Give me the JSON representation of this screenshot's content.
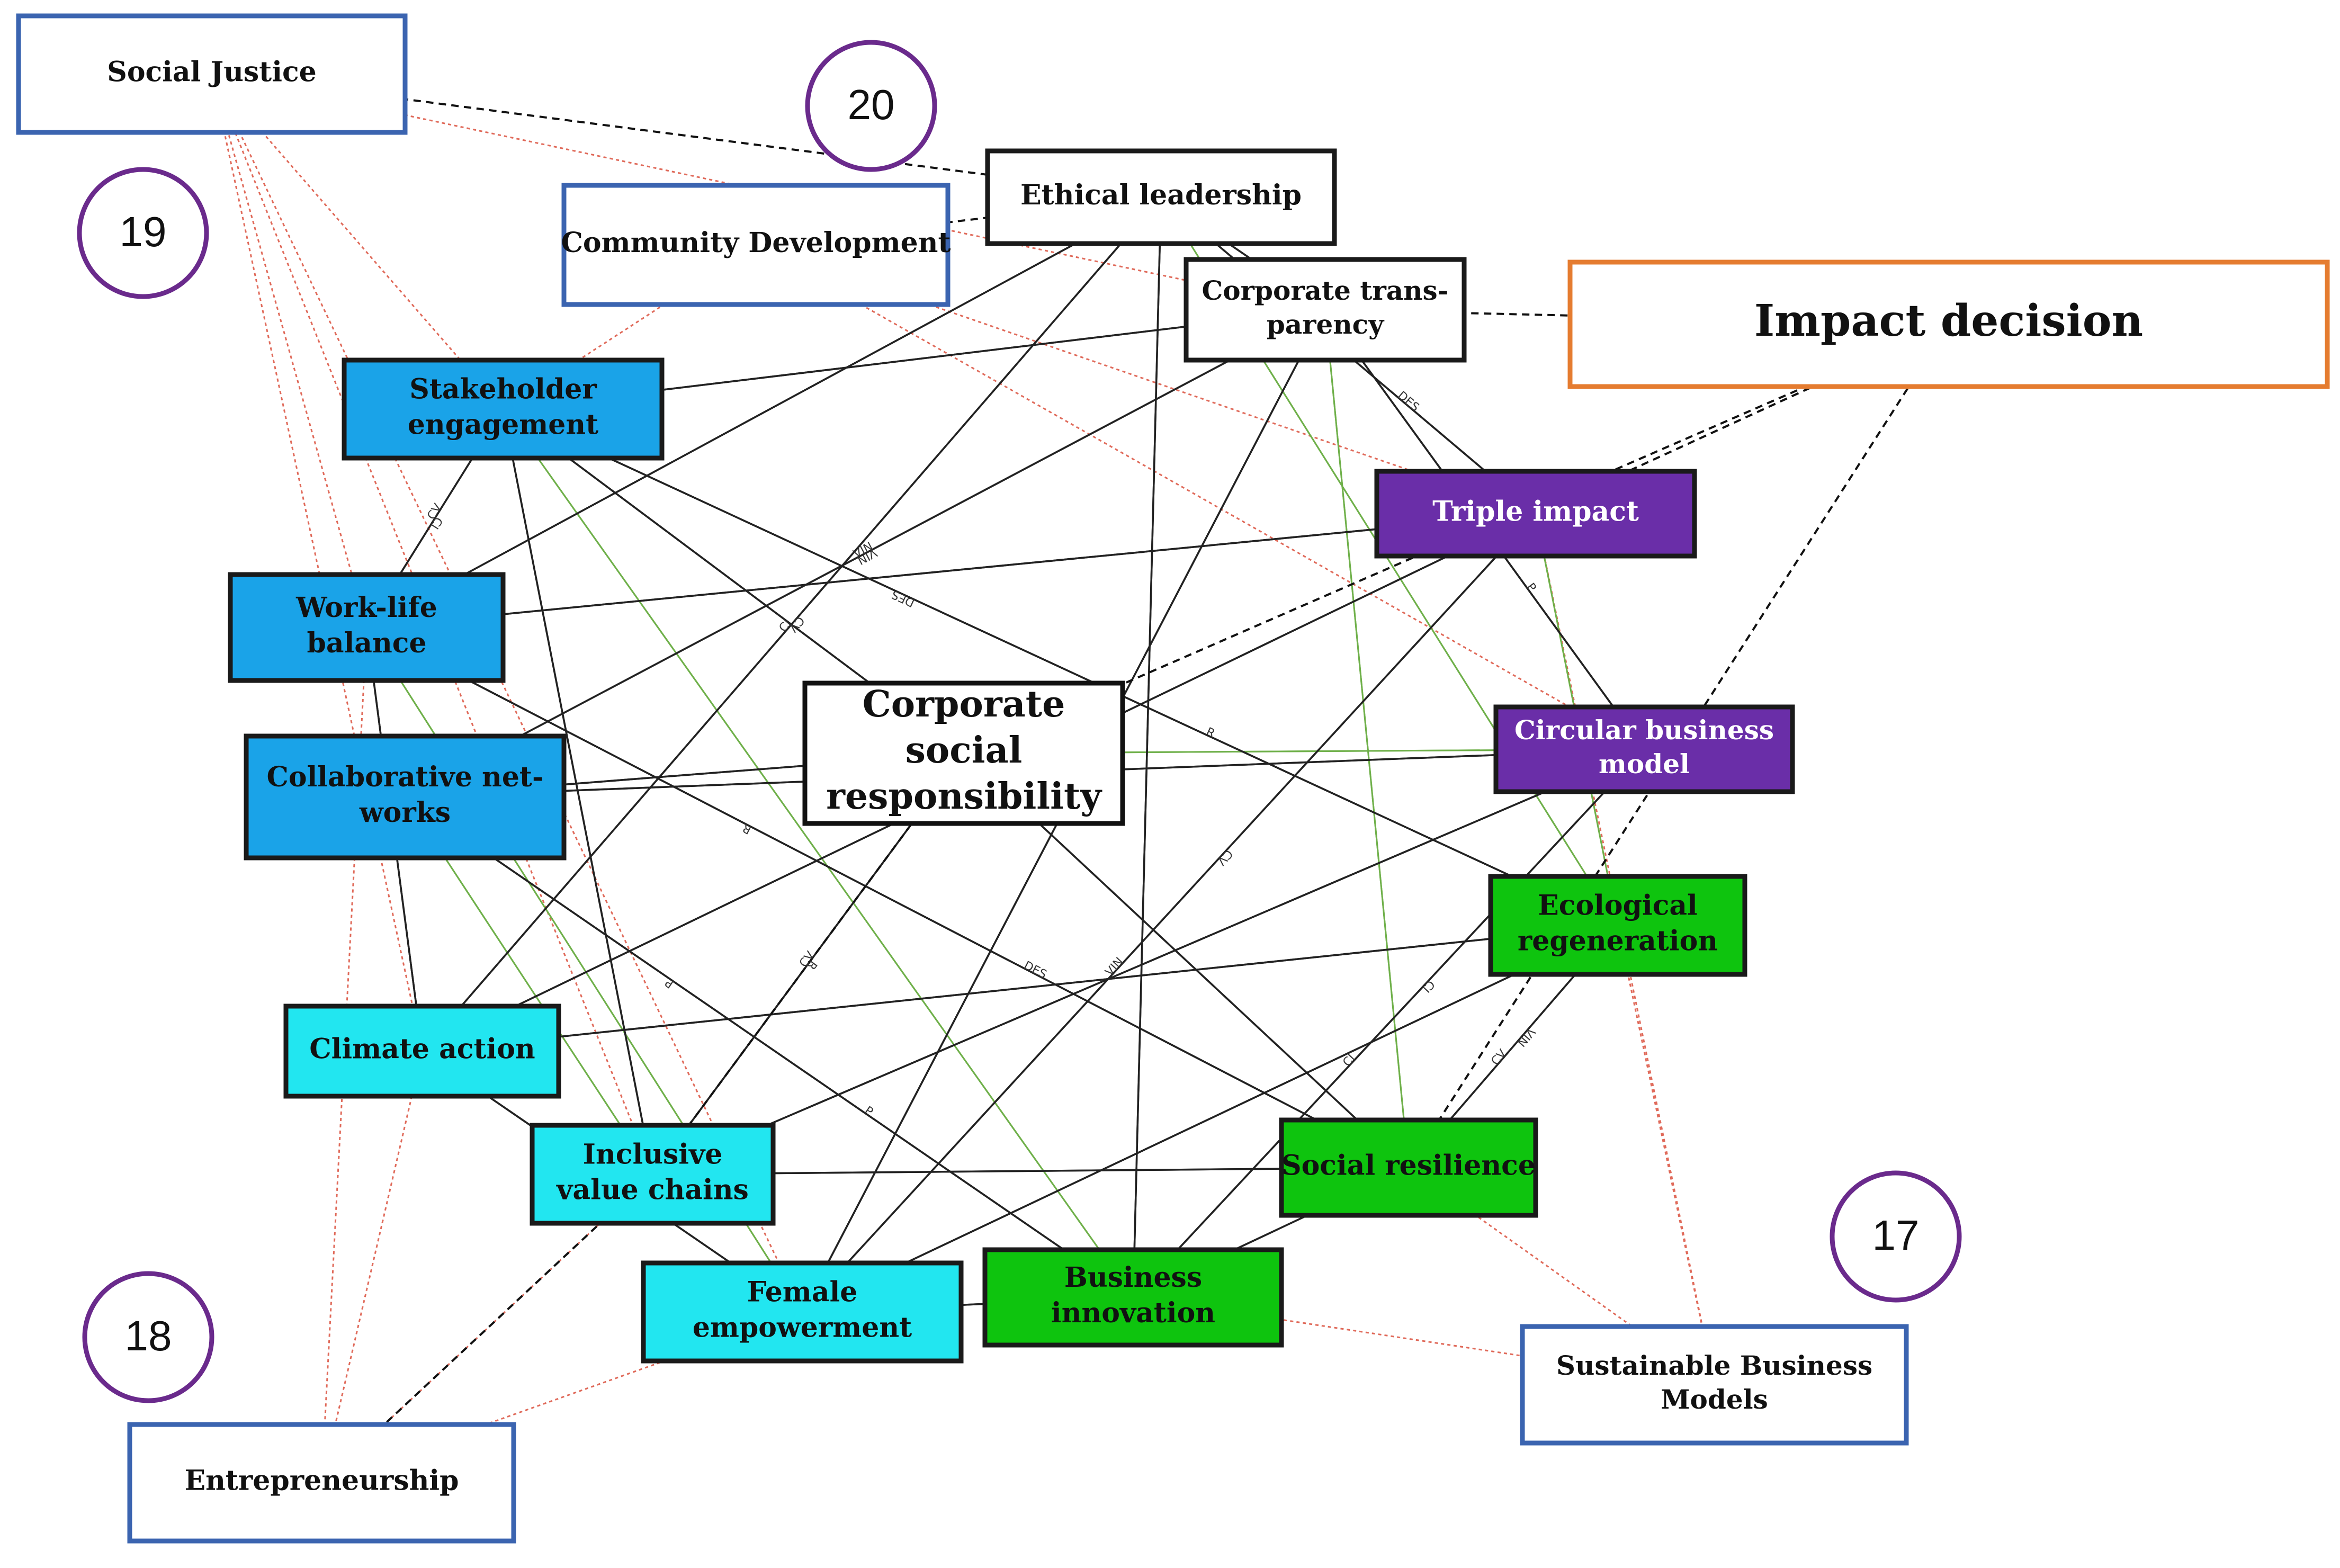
{
  "center": {
    "lines": [
      "Corporate",
      "social",
      "responsibility"
    ]
  },
  "groups": [
    {
      "id": "social-justice",
      "lines": [
        "Social Justice"
      ],
      "circle": "19"
    },
    {
      "id": "community-development",
      "lines": [
        "Community Development"
      ],
      "circle": "20"
    },
    {
      "id": "impact-decision",
      "lines": [
        "Impact decision"
      ]
    },
    {
      "id": "sustainable-business-models",
      "lines": [
        "Sustainable Business",
        "Models"
      ],
      "circle": "17"
    },
    {
      "id": "entrepreneurship",
      "lines": [
        "Entrepreneurship"
      ],
      "circle": "18"
    }
  ],
  "nodes": [
    {
      "id": "ethical-leadership",
      "lines": [
        "Ethical leadership"
      ],
      "category": "white"
    },
    {
      "id": "corporate-transparency",
      "lines": [
        "Corporate trans-",
        "parency"
      ],
      "category": "white"
    },
    {
      "id": "stakeholder-engagement",
      "lines": [
        "Stakeholder",
        "engagement"
      ],
      "category": "blue"
    },
    {
      "id": "work-life-balance",
      "lines": [
        "Work-life",
        "balance"
      ],
      "category": "blue"
    },
    {
      "id": "collaborative-networks",
      "lines": [
        "Collaborative net-",
        "works"
      ],
      "category": "blue"
    },
    {
      "id": "climate-action",
      "lines": [
        "Climate action"
      ],
      "category": "cyan"
    },
    {
      "id": "inclusive-value-chains",
      "lines": [
        "Inclusive",
        "value chains"
      ],
      "category": "cyan"
    },
    {
      "id": "female-empowerment",
      "lines": [
        "Female",
        "empowerment"
      ],
      "category": "cyan"
    },
    {
      "id": "business-innovation",
      "lines": [
        "Business",
        "innovation"
      ],
      "category": "green"
    },
    {
      "id": "social-resilience",
      "lines": [
        "Social resilience"
      ],
      "category": "green"
    },
    {
      "id": "ecological-regeneration",
      "lines": [
        "Ecological",
        "regeneration"
      ],
      "category": "green"
    },
    {
      "id": "circular-business-model",
      "lines": [
        "Circular business",
        "model"
      ],
      "category": "purple"
    },
    {
      "id": "triple-impact",
      "lines": [
        "Triple impact"
      ],
      "category": "purple"
    }
  ],
  "edge_labels": [
    "R",
    "CV",
    "DES",
    "VIN",
    "P",
    "CI"
  ],
  "colors": {
    "white": "#ffffff",
    "blue": "#1aa3e8",
    "cyan": "#22e6f0",
    "green": "#0ec40e",
    "purple": "#6a2ea8",
    "group_border": "#3b64b0",
    "impact_border": "#e57c30",
    "circle_border": "#6a2a8c",
    "edge_dark": "#222222",
    "edge_green": "#6fb04a",
    "edge_red": "#e06a5a"
  }
}
